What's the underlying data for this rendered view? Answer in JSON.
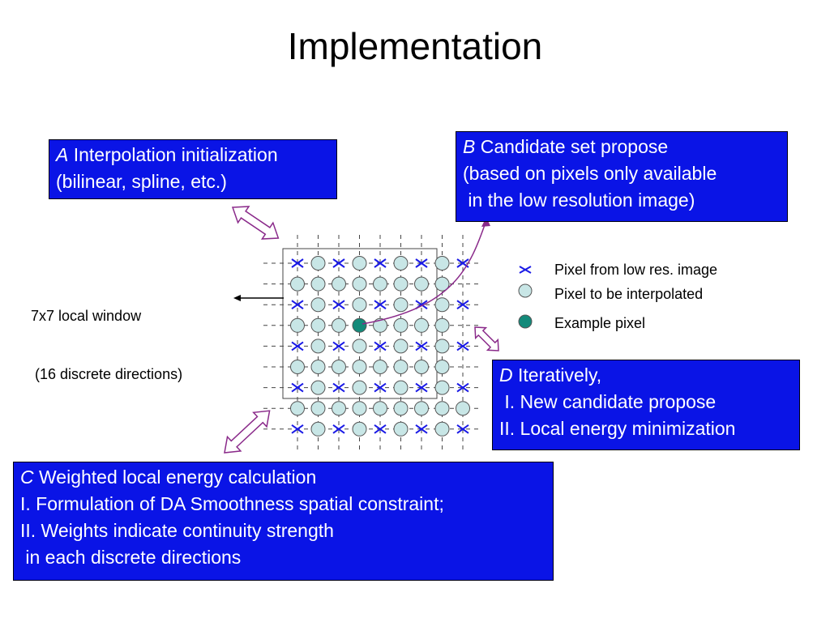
{
  "title": "Implementation",
  "box_a": {
    "letter": "A",
    "line1": " Interpolation initialization",
    "line2": "(bilinear, spline, etc.)"
  },
  "box_b": {
    "letter": "B",
    "line1": " Candidate set propose",
    "line2": "(based on pixels only available",
    "line3": " in the low resolution image)"
  },
  "box_c": {
    "letter": "C",
    "line1": " Weighted local energy calculation",
    "line2": "I. Formulation of DA Smoothness spatial constraint;",
    "line3": "II. Weights indicate continuity strength",
    "line4": " in each discrete directions"
  },
  "box_d": {
    "letter": "D",
    "line1": " Iteratively,",
    "line2": " I. New candidate propose",
    "line3": "II. Local energy minimization"
  },
  "window_label": {
    "line1": "7x7 local window",
    "line2": " (16 discrete directions)"
  },
  "legend": {
    "low_res": "Pixel from low res. image",
    "to_interp": "Pixel to be interpolated",
    "example": "Example pixel"
  },
  "colors": {
    "box_fill": "#0a14e6",
    "cross": "#1a1ae6",
    "circle_fill": "#c8e6e6",
    "example_fill": "#138a7a",
    "arrow_outline": "#7a2a8a"
  }
}
